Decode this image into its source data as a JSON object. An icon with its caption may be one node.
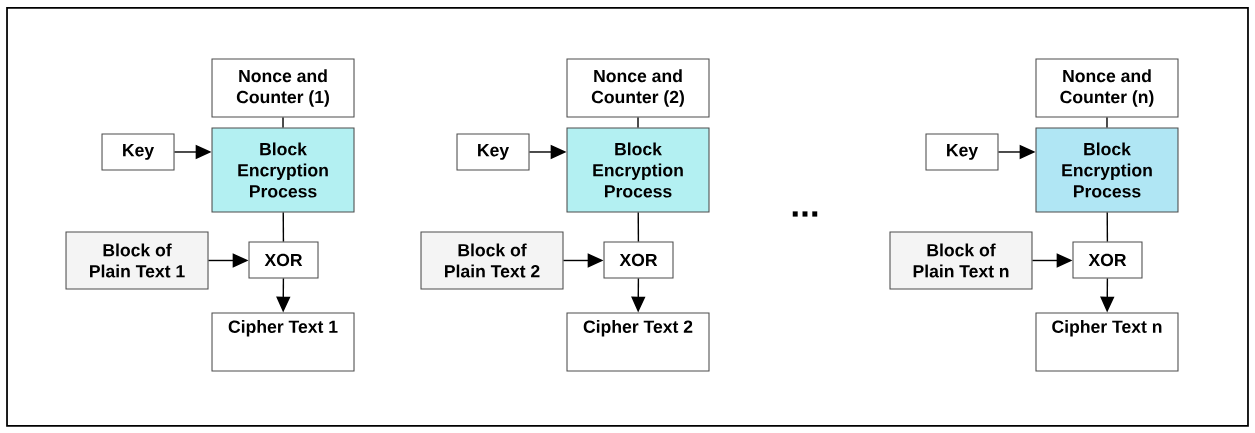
{
  "diagram": {
    "nodes": [
      {
        "text": [
          "Nonce and Counter (1)"
        ]
      },
      {
        "text": [
          "Key"
        ]
      },
      {
        "text": [
          "Block Encryption Process"
        ]
      },
      {
        "text": [
          "Block of Plain Text 1"
        ]
      },
      {
        "text": [
          "XOR"
        ]
      },
      {
        "text": [
          "Cipher Text 1"
        ]
      },
      {
        "text": [
          "Nonce and Counter (2)"
        ]
      },
      {
        "text": [
          "Key"
        ]
      },
      {
        "text": [
          "Block Encryption Process"
        ]
      },
      {
        "text": [
          "Block of Plain Text 2"
        ]
      },
      {
        "text": [
          "XOR"
        ]
      },
      {
        "text": [
          "Cipher Text 2"
        ]
      },
      {
        "text": [
          "Nonce and Counter (n)"
        ]
      },
      {
        "text": [
          "Key"
        ]
      },
      {
        "text": [
          "Block Encryption Process"
        ]
      },
      {
        "text": [
          "Block of Plain Text n"
        ]
      },
      {
        "text": [
          "XOR"
        ]
      },
      {
        "text": [
          "Cipher Text n"
        ]
      }
    ],
    "edges": [
      {
        "from": 0,
        "to": 2,
        "arrow": "none"
      },
      {
        "from": 1,
        "to": 2,
        "arrow": "to"
      },
      {
        "from": 2,
        "to": 4,
        "arrow": "none"
      },
      {
        "from": 3,
        "to": 4,
        "arrow": "to"
      },
      {
        "from": 4,
        "to": 5,
        "arrow": "to"
      },
      {
        "from": 6,
        "to": 8,
        "arrow": "none"
      },
      {
        "from": 7,
        "to": 8,
        "arrow": "to"
      },
      {
        "from": 8,
        "to": 10,
        "arrow": "none"
      },
      {
        "from": 9,
        "to": 10,
        "arrow": "to"
      },
      {
        "from": 10,
        "to": 11,
        "arrow": "to"
      },
      {
        "from": 12,
        "to": 14,
        "arrow": "none"
      },
      {
        "from": 13,
        "to": 14,
        "arrow": "to"
      },
      {
        "from": 14,
        "to": 16,
        "arrow": "none"
      },
      {
        "from": 15,
        "to": 16,
        "arrow": "to"
      },
      {
        "from": 16,
        "to": 17,
        "arrow": "to"
      }
    ],
    "labels": [
      "..."
    ]
  }
}
